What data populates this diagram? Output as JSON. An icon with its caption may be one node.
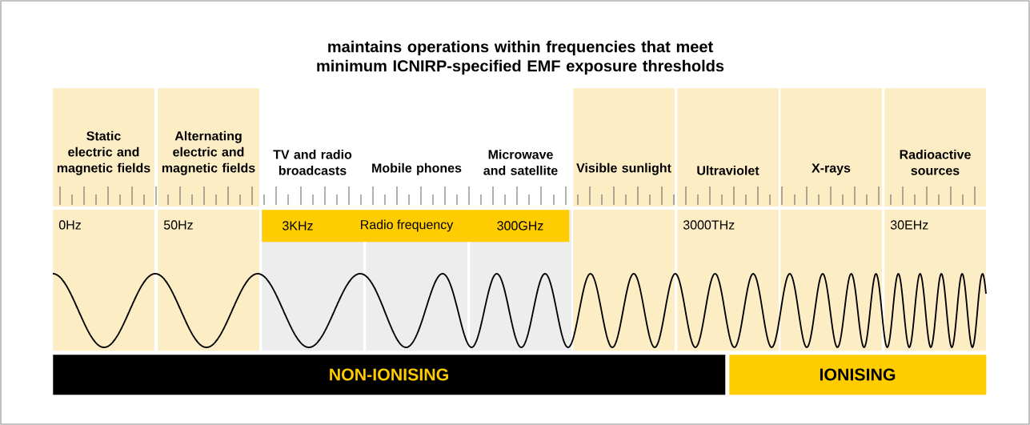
{
  "diagram": {
    "title": "maintains operations within frequencies that meet minimum ICNIRP-specified EMF exposure thresholds",
    "nodes": [
      {
        "text": [
          "Static electric and magnetic fields",
          "0Hz"
        ]
      },
      {
        "text": [
          "Alternating electric and magnetic fields",
          "50Hz"
        ]
      },
      {
        "text": [
          "TV and radio broadcasts"
        ]
      },
      {
        "text": [
          "Mobile phones"
        ]
      },
      {
        "text": [
          "Microwave and satellite"
        ]
      },
      {
        "text": [
          "Visible sunlight"
        ]
      },
      {
        "text": [
          "Ultraviolet",
          "3000THz"
        ]
      },
      {
        "text": [
          "X-rays"
        ]
      },
      {
        "text": [
          "Radioactive sources",
          "30EHz"
        ]
      },
      {
        "text": [
          "3KHz",
          "Radio frequency",
          "300GHz"
        ]
      },
      {
        "text": [
          "NON-IONISING"
        ]
      },
      {
        "text": [
          "IONISING"
        ]
      }
    ]
  }
}
